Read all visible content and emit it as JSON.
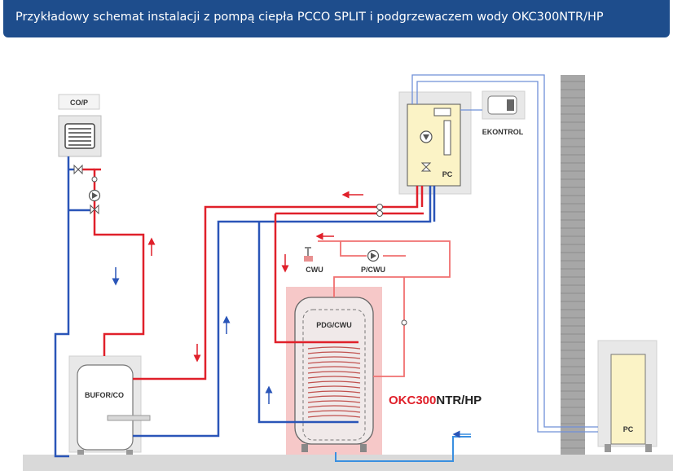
{
  "header": {
    "title": "Przykładowy schemat instalacji z pompą ciepła PCCO SPLIT i podgrzewaczem wody OKC300NTR/HP"
  },
  "diagram": {
    "labels": {
      "cop": "CO/P",
      "ekontrol": "EKONTROL",
      "pc_indoor": "PC",
      "cwu": "CWU",
      "pcwu": "P/CWU",
      "pdg_cwu": "PDG/CWU",
      "bufor_co": "BUFOR/CO",
      "pc_outdoor": "PC",
      "model_red": "OKC300",
      "model_black": "NTR/HP"
    }
  },
  "colors": {
    "header_bg": "#1e4d8c",
    "hot_pipe": "#e0202a",
    "cold_pipe": "#2a55b8",
    "signal_line": "#6f90d8",
    "supply_pipe": "#3a8fe0",
    "tank_highlight": "#f6c8c8",
    "dhw_pipe": "#f07070",
    "model_red": "#e0202a",
    "model_black": "#222222"
  }
}
